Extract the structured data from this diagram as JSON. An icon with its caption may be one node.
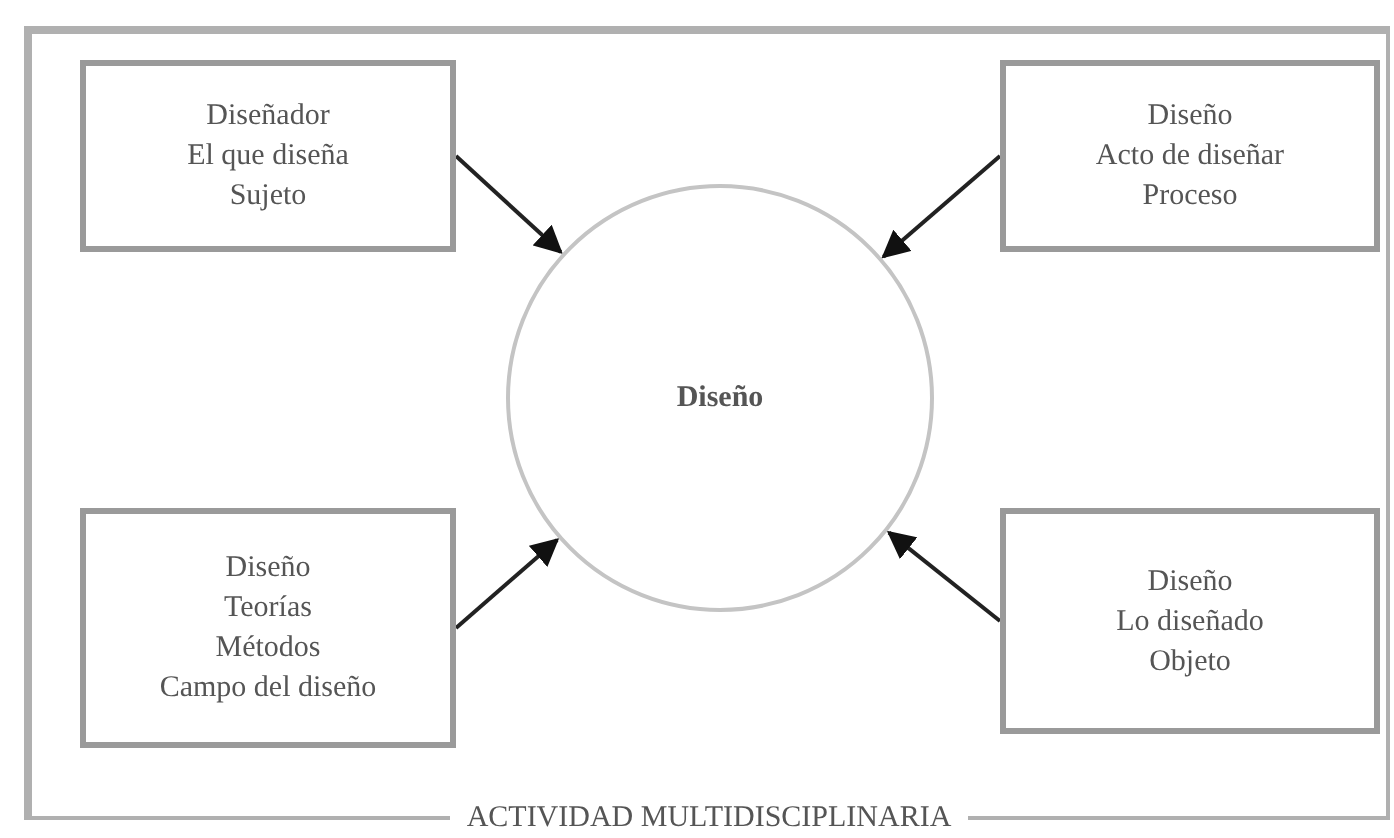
{
  "diagram": {
    "nodes": [
      {
        "text": [
          "ACTIVIDAD MULTIDISCIPLINARIA"
        ]
      },
      {
        "text": [
          "Diseñador",
          "El que diseña",
          "Sujeto"
        ],
        "in": 0
      },
      {
        "text": [
          "Diseño",
          "Acto de diseñar",
          "Proceso"
        ],
        "in": 0
      },
      {
        "text": [
          "Diseño"
        ],
        "in": 0
      },
      {
        "text": [
          "Diseño",
          "Teorías",
          "Métodos",
          "Campo del diseño"
        ],
        "in": 0
      },
      {
        "text": [
          "Diseño",
          "Lo diseñado",
          "Objeto"
        ],
        "in": 0
      }
    ],
    "edges": [
      {
        "from": 1,
        "to": 3,
        "arrow": "to"
      },
      {
        "from": 2,
        "to": 3,
        "arrow": "to"
      },
      {
        "from": 4,
        "to": 3,
        "arrow": "to"
      },
      {
        "from": 5,
        "to": 3,
        "arrow": "to"
      }
    ]
  }
}
